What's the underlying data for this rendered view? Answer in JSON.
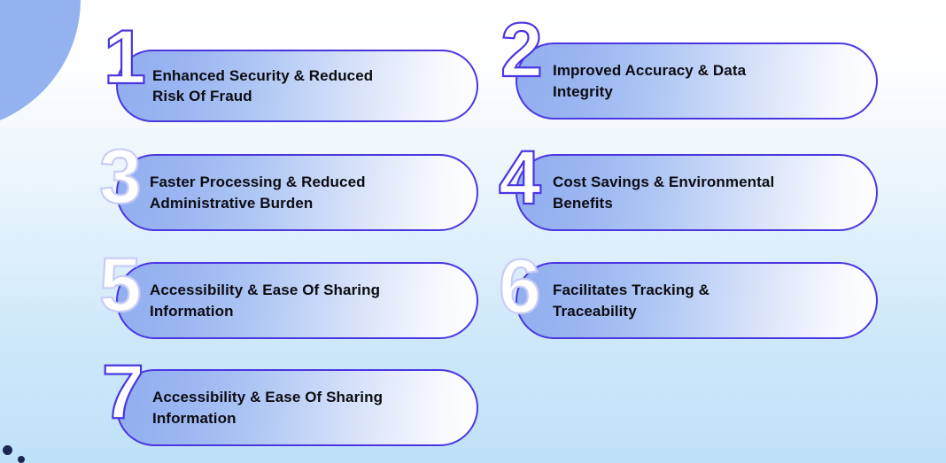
{
  "graphic": {
    "type": "numbered-list-infographic",
    "background_top_color": "#ffffff",
    "background_bottom_color": "#bfe1f8",
    "card_border_color": "#4a37e0",
    "card_gradient_start": "#92aef0",
    "card_gradient_end": "#fdfdff",
    "number_outline_color": "#4a37e0",
    "number_fill_color": "#ffffff",
    "text_color": "#0c0c12",
    "blob_color": "#93b2ef",
    "dot_color": "#1b2750"
  },
  "items": [
    {
      "number": "1",
      "label": "Enhanced Security & Reduced\nRisk Of Fraud",
      "number_style": "outline-purple",
      "column": "left",
      "row": 1
    },
    {
      "number": "2",
      "label": "Improved Accuracy & Data\nIntegrity",
      "number_style": "outline-purple",
      "column": "right",
      "row": 1
    },
    {
      "number": "3",
      "label": "Faster Processing & Reduced\nAdministrative Burden",
      "number_style": "outline-light",
      "column": "left",
      "row": 2
    },
    {
      "number": "4",
      "label": "Cost Savings & Environmental\nBenefits",
      "number_style": "outline-purple",
      "column": "right",
      "row": 2
    },
    {
      "number": "5",
      "label": "Accessibility & Ease Of Sharing\nInformation",
      "number_style": "outline-light",
      "column": "left",
      "row": 3
    },
    {
      "number": "6",
      "label": "Facilitates Tracking &\nTraceability",
      "number_style": "outline-light",
      "column": "right",
      "row": 3
    },
    {
      "number": "7",
      "label": "Accessibility & Ease Of Sharing\nInformation",
      "number_style": "outline-purple",
      "column": "left",
      "row": 4
    }
  ]
}
